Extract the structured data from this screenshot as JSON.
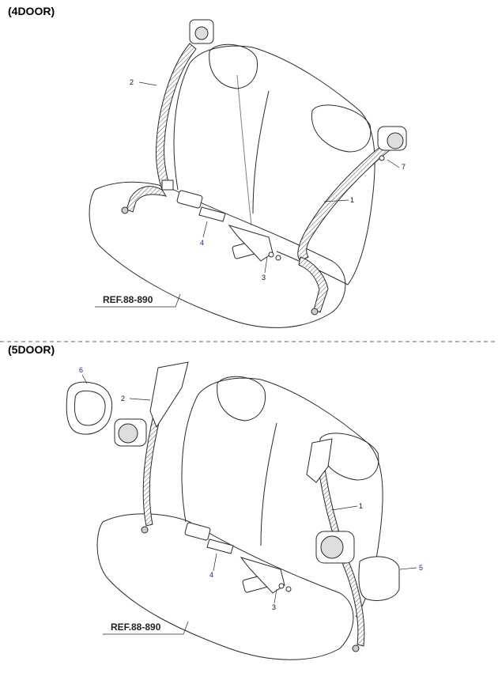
{
  "sections": [
    {
      "title": "(4DOOR)",
      "ref": "REF.88-890",
      "callouts": {
        "c2": "2",
        "c7": "7",
        "c1": "1",
        "c4": "4",
        "c3": "3"
      }
    },
    {
      "title": "(5DOOR)",
      "ref": "REF.88-890",
      "callouts": {
        "c6": "6",
        "c2": "2",
        "c1": "1",
        "c5": "5",
        "c4": "4",
        "c3": "3"
      }
    }
  ],
  "colors": {
    "line": "#2a2a2a",
    "callout_blue": "#1a2a9a"
  }
}
